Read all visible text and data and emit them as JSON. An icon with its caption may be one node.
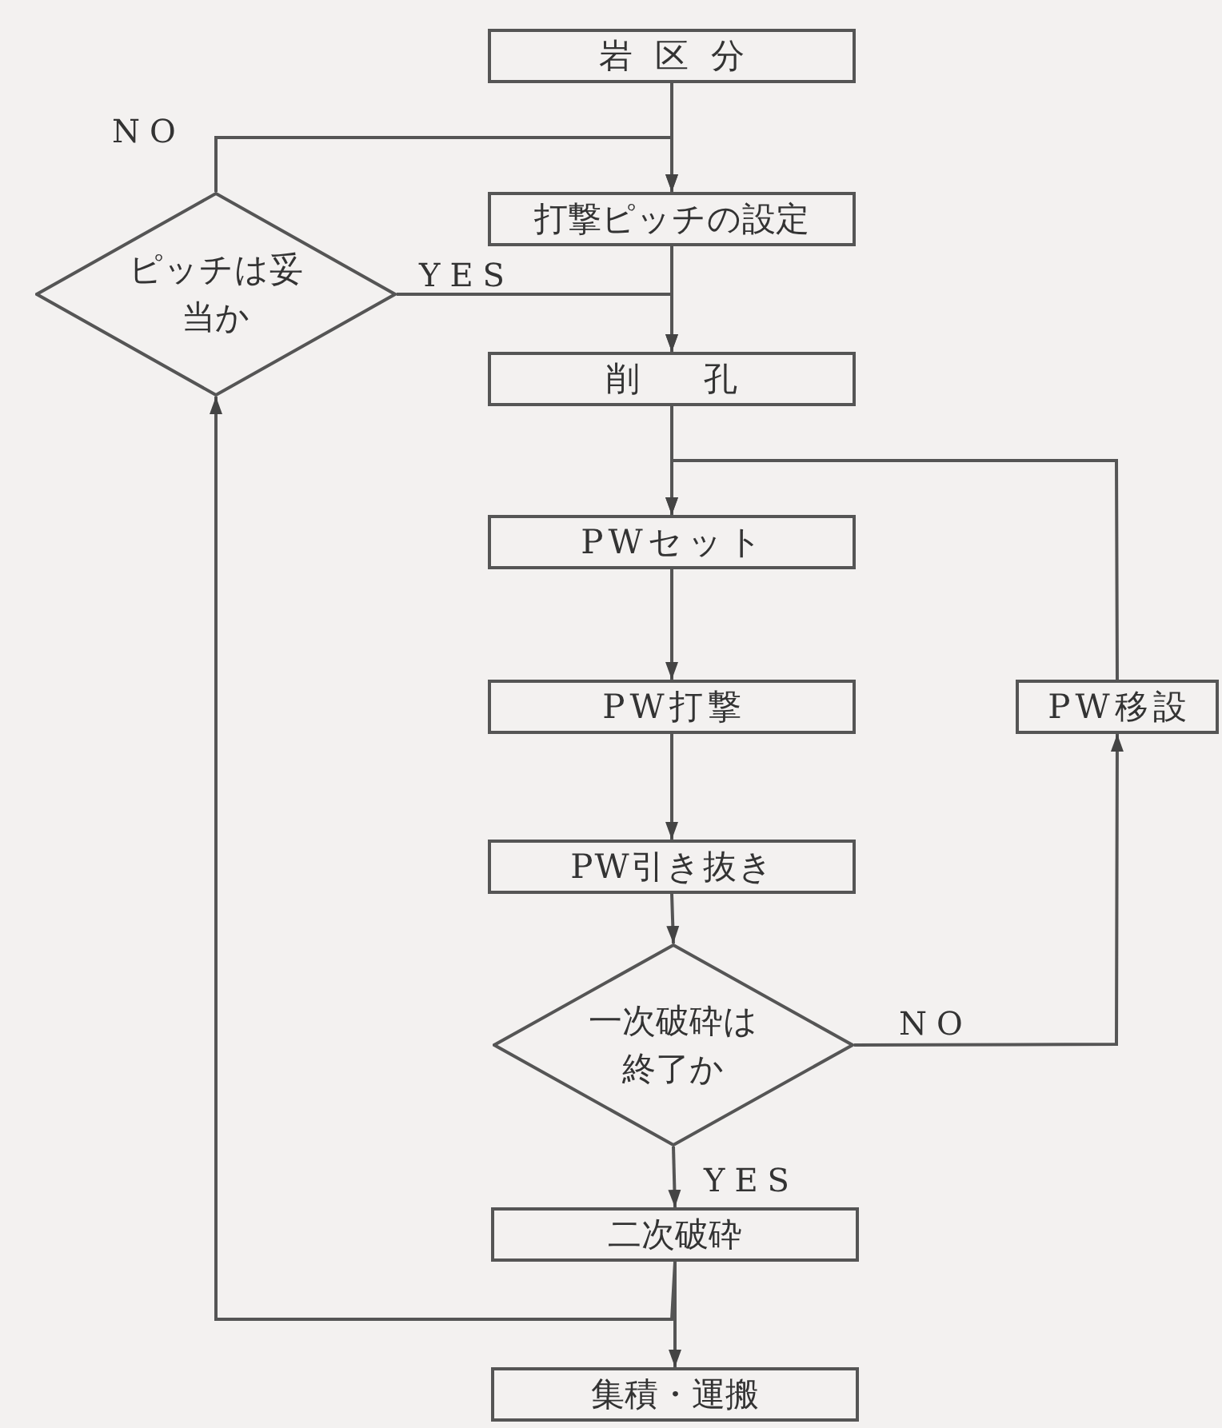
{
  "diagram": {
    "nodes": [
      {
        "text": [
          "岩区分"
        ]
      },
      {
        "text": [
          "打撃ピッチの設定"
        ]
      },
      {
        "text": [
          "ピッチは妥当か"
        ]
      },
      {
        "text": [
          "削孔"
        ]
      },
      {
        "text": [
          "PWセット"
        ]
      },
      {
        "text": [
          "PW打撃"
        ]
      },
      {
        "text": [
          "PW引き抜き"
        ]
      },
      {
        "text": [
          "一次破砕は終了か"
        ]
      },
      {
        "text": [
          "PW移設"
        ]
      },
      {
        "text": [
          "二次破砕"
        ]
      },
      {
        "text": [
          "集積・運搬"
        ]
      }
    ],
    "edges": [
      {
        "from": 0,
        "to": 1,
        "arrow": "to"
      },
      {
        "from": 2,
        "to": 1,
        "arrow": "to",
        "label": "NO"
      },
      {
        "from": 1,
        "to": 3,
        "arrow": "to"
      },
      {
        "from": 2,
        "to": 3,
        "arrow": "to",
        "label": "YES"
      },
      {
        "from": 3,
        "to": 4,
        "arrow": "to"
      },
      {
        "from": 8,
        "to": 4,
        "arrow": "to"
      },
      {
        "from": 4,
        "to": 5,
        "arrow": "to"
      },
      {
        "from": 5,
        "to": 6,
        "arrow": "to"
      },
      {
        "from": 6,
        "to": 7,
        "arrow": "to"
      },
      {
        "from": 7,
        "to": 8,
        "arrow": "to",
        "label": "NO"
      },
      {
        "from": 7,
        "to": 9,
        "arrow": "to",
        "label": "YES"
      },
      {
        "from": 9,
        "to": 10,
        "arrow": "to"
      },
      {
        "from": 9,
        "to": 2,
        "arrow": "to"
      }
    ]
  }
}
